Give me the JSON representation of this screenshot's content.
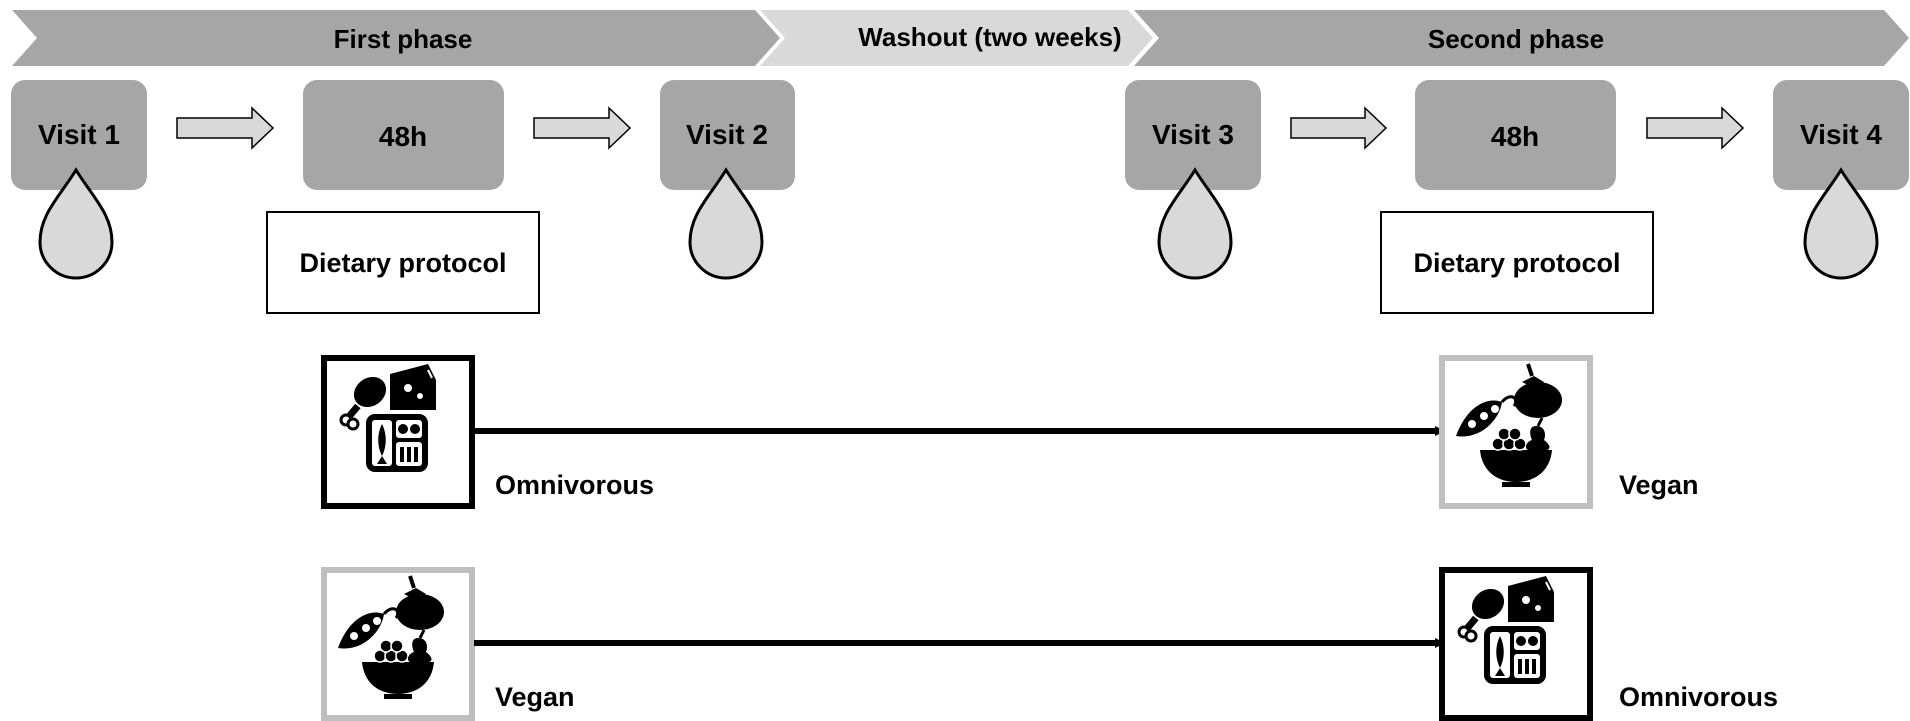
{
  "phases": {
    "first": "First phase",
    "washout": "Washout (two weeks)",
    "second": "Second phase"
  },
  "visits": {
    "v1": "Visit 1",
    "v2": "Visit 2",
    "v3": "Visit 3",
    "v4": "Visit 4"
  },
  "intervals": {
    "first": "48h",
    "second": "48h"
  },
  "protocols": {
    "first": "Dietary protocol",
    "second": "Dietary protocol"
  },
  "diets": {
    "row1_start": "Omnivorous",
    "row1_end": "Vegan",
    "row2_start": "Vegan",
    "row2_end": "Omnivorous"
  },
  "icons": {
    "visit_marker": "blood-drop-icon",
    "step_arrow": "right-arrow-icon",
    "omnivorous": "omnivorous-diet-icon",
    "vegan": "vegan-diet-icon"
  },
  "colors": {
    "phase_band": "#a6a6a6",
    "washout_band": "#d9d9d9",
    "visit_box": "#a6a6a6",
    "drop_fill": "#d9d9d9",
    "omnivorous_frame": "#000000",
    "vegan_frame": "#bfbfbf"
  }
}
